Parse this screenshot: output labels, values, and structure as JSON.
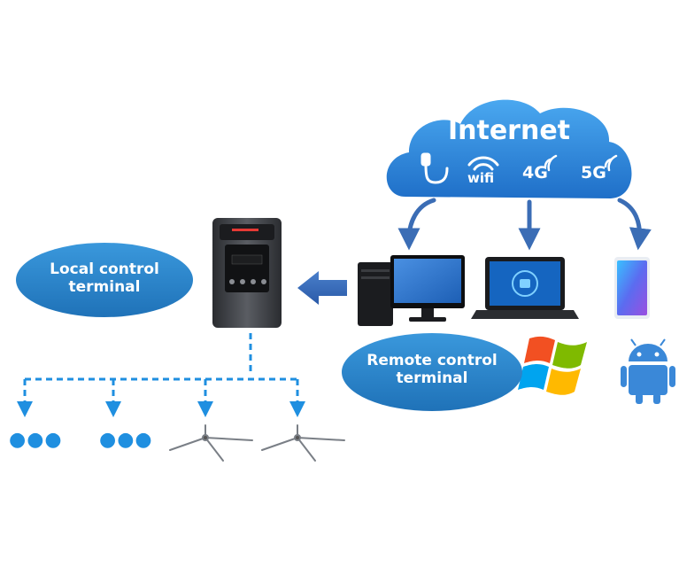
{
  "cloud": {
    "title": "Internet",
    "connections": [
      {
        "name": "wired-plug-icon",
        "label": ""
      },
      {
        "name": "wifi-icon",
        "label": "wifi"
      },
      {
        "name": "cellular-4g-icon",
        "label": "4G"
      },
      {
        "name": "cellular-5g-icon",
        "label": "5G"
      }
    ]
  },
  "local_terminal": {
    "line1": "Local control",
    "line2": "terminal"
  },
  "remote_terminal": {
    "line1": "Remote control",
    "line2": "terminal"
  },
  "devices": [
    "desktop-computer-icon",
    "laptop-icon",
    "smartphone-icon",
    "windows-logo-icon",
    "android-robot-icon"
  ],
  "controller": {
    "name": "fan-controller-device"
  },
  "endpoints": [
    {
      "kind": "dots",
      "text": "●●●"
    },
    {
      "kind": "dots",
      "text": "●●●"
    },
    {
      "kind": "fan"
    },
    {
      "kind": "fan"
    }
  ],
  "colors": {
    "cloud_blue": "#2f8fe0",
    "oval_blue": "#2c85c9",
    "arrow_blue": "#3b6db5",
    "dashed_blue": "#1f8fe0"
  }
}
